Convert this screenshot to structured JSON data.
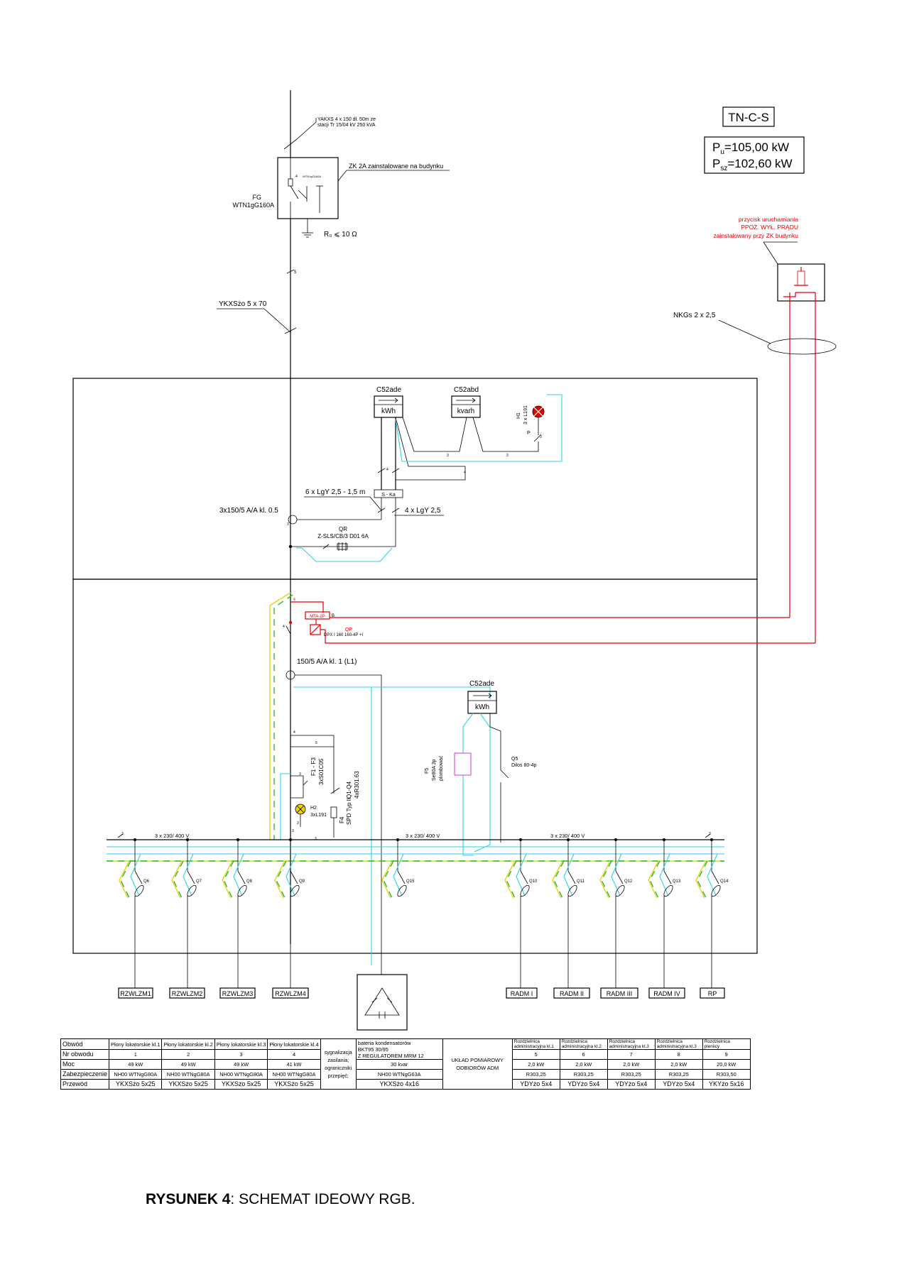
{
  "system": "TN-C-S",
  "power": {
    "pu_label": "P",
    "pu_sub": "u",
    "pu_value": "=105,00 kW",
    "psz_label": "P",
    "psz_sub": "sz",
    "psz_value": "=102,60 kW"
  },
  "supply_cable": {
    "line1": "YAKXS 4 x 150 dł. 50m ze",
    "line2": "stacji Tr 15/04 kV 250 kVA"
  },
  "zk_label": "ZK 2A zainstalowane na budynku",
  "fg": {
    "name": "FG",
    "type": "WTN1gG160A"
  },
  "earth_resistance": "R₀ ⩽ 10 Ω",
  "ykx_cable": "YKXSżo 5 x 70",
  "fire_button": {
    "line1": "przycisk uruchamiania",
    "line2": "PPOŻ. WYŁ. PRĄDU",
    "line3": "zainstalowany przy ZK budynku"
  },
  "nkgs_cable": "NKGs 2 x 2,5",
  "meters": {
    "m1_name": "C52ade",
    "m1_unit": "kWh",
    "m2_name": "C52abd",
    "m2_unit": "kvarh",
    "m3_name": "C52ade",
    "m3_unit": "kWh"
  },
  "h1_label": "H1",
  "h1_type": "3 x L191",
  "p_label": "P",
  "lgy1": "6 x LgY 2,5 - 1,5 m",
  "ska": "S - Ka",
  "lgy2": "4 x LgY 2,5",
  "ct1": "3x150/5 A/A kl. 0.5",
  "qr": {
    "name": "QR",
    "type": "Z-SLS/CB/3 D01 6A"
  },
  "ct2": "150/5 A/A kl. 1 (L1)",
  "qp": {
    "label": "QP",
    "type": "DPX I 160  160-4P +I",
    "coil": "MTA-2P",
    "b": "B"
  },
  "f5": {
    "name": "F5",
    "type": "Se80A 3p",
    "note": "plombować"
  },
  "q5": {
    "name": "Q5",
    "type": "Dilos 80-4p"
  },
  "f1f3": {
    "name": "F1 - F3",
    "type": "3xS01C05"
  },
  "q1q4": {
    "name": "Q1-Q4",
    "type": "4xR301.63"
  },
  "f4": {
    "name": "F4",
    "type": "SPD Typ II"
  },
  "h2": {
    "name": "H2",
    "type": "3xL191"
  },
  "bus": {
    "v1": "3  x 230/ 400 V",
    "v2": "3  x 230/ 400 V",
    "v3": "3  x 230/ 400 V"
  },
  "switch_labels": [
    "Q6",
    "Q7",
    "Q8",
    "Q9",
    "Q15",
    "Q10",
    "Q11",
    "Q12",
    "Q13",
    "Q14"
  ],
  "outputs": [
    "RZWLZM1",
    "RZWLZM2",
    "RZWLZM3",
    "RZWLZM4",
    "RADM I",
    "RADM II",
    "RADM III",
    "RADM IV",
    "RP"
  ],
  "table": {
    "row_labels": [
      "Obwód",
      "Nr obwodu",
      "Moc",
      "Zabezpieczenie",
      "Przewód"
    ],
    "left_cols": [
      {
        "obwod": "Płony lokatorskie kl.1",
        "nr": "1",
        "moc": "49 kW",
        "zab": "NH00 WTNgG80A",
        "prz": "YKXSżo 5x25"
      },
      {
        "obwod": "Płony lokatorskie kl.2",
        "nr": "2",
        "moc": "49 kW",
        "zab": "NH00 WTNgG80A",
        "prz": "YKXSżo 5x25"
      },
      {
        "obwod": "Płony lokatorskie kl.3",
        "nr": "3",
        "moc": "49 kW",
        "zab": "NH00 WTNgG80A",
        "prz": "YKXSżo 5x25"
      },
      {
        "obwod": "Płony lokatorskie kl.4",
        "nr": "4",
        "moc": "41 kW",
        "zab": "NH00 WTNgG80A",
        "prz": "YKXSżo 5x25"
      }
    ],
    "signal_text": [
      "sygnalizacja",
      "zasilania;",
      "ograniczniki",
      "przepięć;"
    ],
    "battery": {
      "l1": "bateria kondensatorów",
      "l2": "BKT95 30/95",
      "l3": "Z REGULATOREM MRM 12",
      "moc": "30 kvar",
      "zab": "NH00 WTNgG63A",
      "prz": "YKXSżo 4x16"
    },
    "meas": [
      "UKŁAD POMIAROWY",
      "ODBIORÓW ADM"
    ],
    "right_cols": [
      {
        "l1": "Rozdzielnica",
        "l2": "administracyjna kl.1",
        "nr": "5",
        "moc": "2,0 kW",
        "zab": "R303,25",
        "prz": "YDYżo 5x4"
      },
      {
        "l1": "Rozdzielnica",
        "l2": "administracyjna kl.2",
        "nr": "6",
        "moc": "2,0 kW",
        "zab": "R303,25",
        "prz": "YDYżo 5x4"
      },
      {
        "l1": "Rozdzielnica",
        "l2": "administracyjna kl.3",
        "nr": "7",
        "moc": "2,0 kW",
        "zab": "R303,25",
        "prz": "YDYżo 5x4"
      },
      {
        "l1": "Rozdzielnica",
        "l2": "administracyjna kl.3",
        "nr": "8",
        "moc": "2,0 kW",
        "zab": "R303,25",
        "prz": "YDYżo 5x4"
      },
      {
        "l1": "Rozdzielnica",
        "l2": "pleniicy",
        "nr": "9",
        "moc": "20,0 kW",
        "zab": "R303,50",
        "prz": "YKYżo 5x16"
      }
    ]
  },
  "caption": {
    "bold": "RYSUNEK 4",
    "rest": ": SCHEMAT IDEOWY RGB."
  },
  "colors": {
    "cyan": "#2bd5e6",
    "red": "#e10000",
    "yellow": "#e6d21a",
    "green": "#2cb82c",
    "magenta": "#d000d0"
  }
}
